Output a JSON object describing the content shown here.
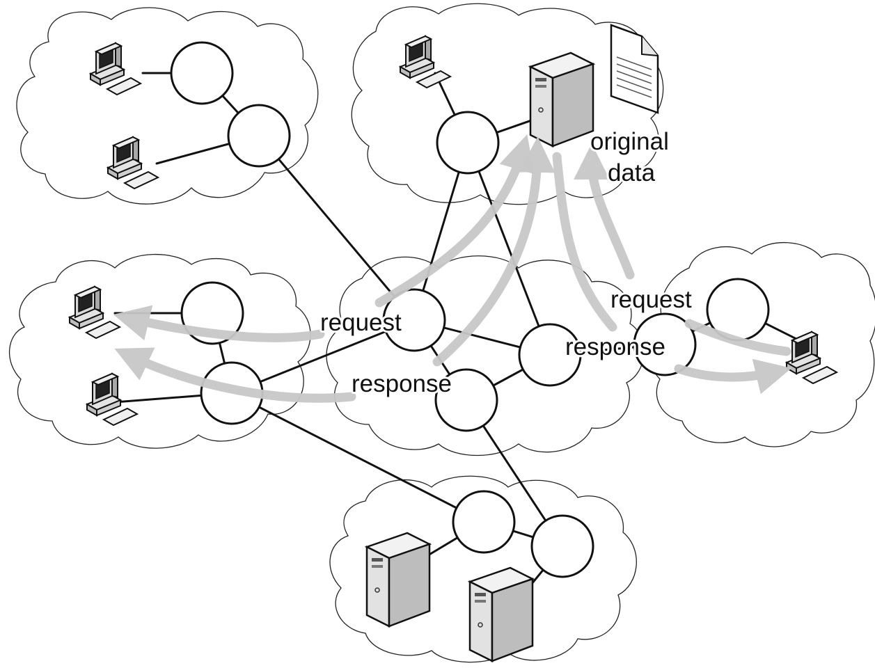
{
  "labels": {
    "original_data": [
      "original",
      "data"
    ],
    "request_left": "request",
    "response_left": "response",
    "request_right": "request",
    "response_right": "response"
  },
  "icons": [
    "desktop-computer-icon",
    "server-icon",
    "document-icon"
  ],
  "colors": {
    "line": "#111111",
    "flow_arrow": "#c8c8c8",
    "cloud_fill": "#ffffff",
    "background": "#ffffff"
  }
}
